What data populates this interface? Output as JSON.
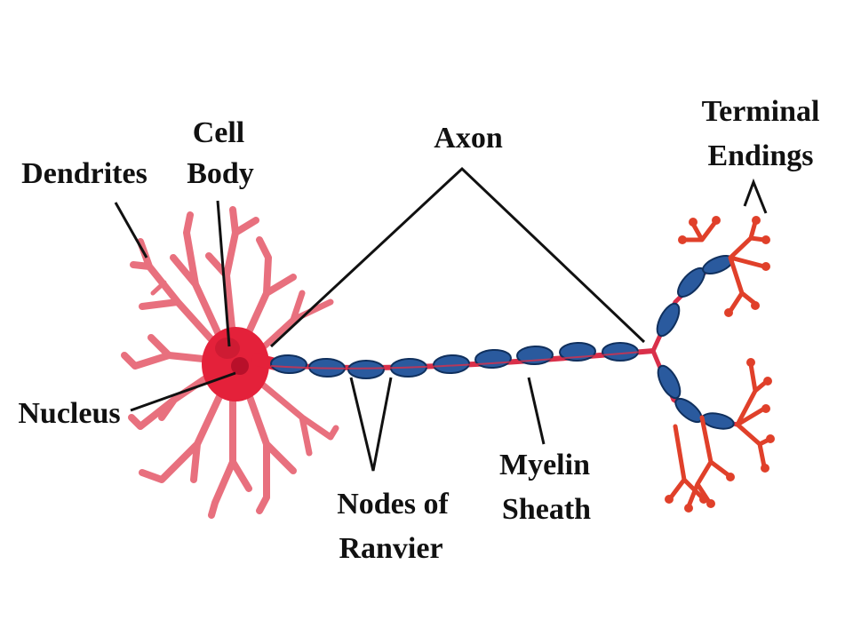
{
  "labels": {
    "dendrites": "Dendrites",
    "cell_body_1": "Cell",
    "cell_body_2": "Body",
    "axon": "Axon",
    "terminal_1": "Terminal",
    "terminal_2": "Endings",
    "nucleus": "Nucleus",
    "nodes_1": "Nodes of",
    "nodes_2": "Ranvier",
    "myelin_1": "Myelin",
    "myelin_2": "Sheath"
  },
  "colors": {
    "soma": "#e4213a",
    "dendrite": "#e8707e",
    "axon_core": "#d9304a",
    "myelin": "#2a5a9e",
    "myelin_edge": "#10305e",
    "terminal": "#e0402a",
    "label_line": "#111111"
  }
}
